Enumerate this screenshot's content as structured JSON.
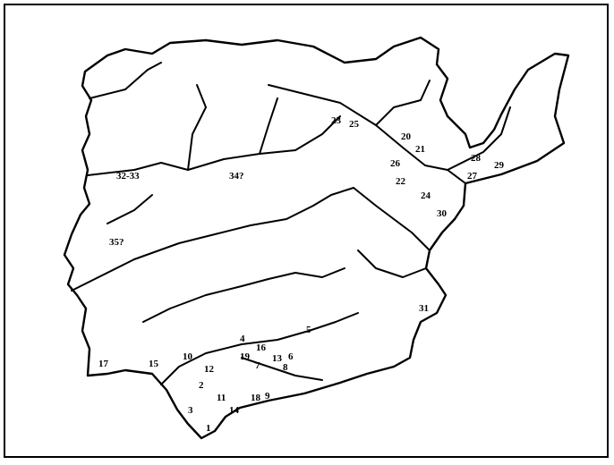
{
  "map": {
    "region": "Iberian Peninsula",
    "style": "black line drawing on white",
    "line_color": "#000000",
    "background_color": "#ffffff",
    "site_labels": [
      "1",
      "2",
      "3",
      "4",
      "5",
      "6",
      "7",
      "8",
      "9",
      "10",
      "11",
      "12",
      "13",
      "14",
      "15",
      "16",
      "17",
      "18",
      "19",
      "20",
      "21",
      "22",
      "23",
      "24",
      "25",
      "26",
      "27",
      "28",
      "29",
      "30",
      "31",
      "32-33",
      "34?",
      "35?"
    ]
  }
}
